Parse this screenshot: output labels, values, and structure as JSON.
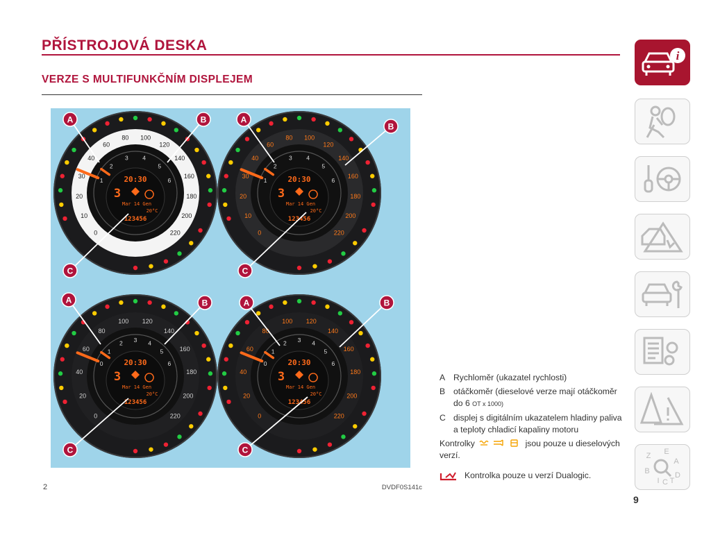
{
  "header": {
    "title": "PŘÍSTROJOVÁ DESKA",
    "subtitle": "VERZE S MULTIFUNKČNÍM DISPLEJEM"
  },
  "figure": {
    "number": "2",
    "code": "DVDF0S141c",
    "callouts": {
      "a": "A",
      "b": "B",
      "c": "C"
    },
    "gauges": [
      {
        "variant": "white-ring",
        "speed_ticks": [
          "0",
          "10",
          "20",
          "30",
          "40",
          "60",
          "80",
          "100",
          "120",
          "140",
          "160",
          "180",
          "200",
          "220"
        ],
        "rpm_ticks": [
          "1",
          "2",
          "3",
          "4",
          "5",
          "6"
        ],
        "display": {
          "time": "20:30",
          "date": "Mar 14 Gen",
          "gear": "3",
          "odometer": "123456",
          "temp": "20°C"
        }
      },
      {
        "variant": "orange-ring",
        "speed_ticks": [
          "0",
          "10",
          "20",
          "30",
          "40",
          "60",
          "80",
          "100",
          "120",
          "140",
          "160",
          "180",
          "200",
          "220"
        ],
        "rpm_ticks": [
          "1",
          "2",
          "3",
          "4",
          "5",
          "6"
        ],
        "display": {
          "time": "20:30",
          "date": "Mar 14 Gen",
          "gear": "3",
          "odometer": "123456",
          "temp": "20°C"
        }
      },
      {
        "variant": "white-text",
        "speed_ticks": [
          "0",
          "20",
          "40",
          "60",
          "80",
          "100",
          "120",
          "140",
          "160",
          "180",
          "200",
          "220"
        ],
        "rpm_ticks": [
          "0",
          "1",
          "2",
          "3",
          "4",
          "5",
          "6"
        ],
        "display": {
          "time": "20:30",
          "date": "Mar 14 Gen",
          "gear": "3",
          "odometer": "123456",
          "temp": "20°C"
        }
      },
      {
        "variant": "orange-text",
        "speed_ticks": [
          "0",
          "20",
          "40",
          "60",
          "80",
          "100",
          "120",
          "140",
          "160",
          "180",
          "200",
          "220"
        ],
        "rpm_ticks": [
          "0",
          "1",
          "2",
          "3",
          "4",
          "5",
          "6"
        ],
        "display": {
          "time": "20:30",
          "date": "Mar 14 Gen",
          "gear": "3",
          "odometer": "123456",
          "temp": "20°C"
        }
      }
    ]
  },
  "legend": {
    "items": [
      {
        "key": "A",
        "text": "Rychloměr (ukazatel rychlosti)"
      },
      {
        "key": "B",
        "text": "otáčkoměr (dieselové verze mají otáčkoměr do 6",
        "unit": "OT x 1000)"
      },
      {
        "key": "C",
        "text": "displej s digitálním ukazatelem hladiny paliva a teploty chladicí kapaliny motoru"
      }
    ],
    "note_prefix": "Kontrolky",
    "note_suffix": "jsou pouze u dieselových verzí.",
    "note2": "Kontrolka pouze u verzí Dualogic."
  },
  "sidebar": {
    "tabs": [
      "car-info-icon",
      "airbag-icon",
      "key-steering-icon",
      "warning-triangle-icon",
      "car-wrench-icon",
      "settings-list-icon",
      "road-signs-icon",
      "alphabet-index-icon"
    ],
    "active_tab": 0
  },
  "page_number": "9",
  "colors": {
    "accent": "#b0143c",
    "figure_bg": "#9fd4ea",
    "display_orange": "#ff6a1a",
    "legend_icon_orange": "#f5a300",
    "legend_icon_red": "#d01c2b"
  }
}
